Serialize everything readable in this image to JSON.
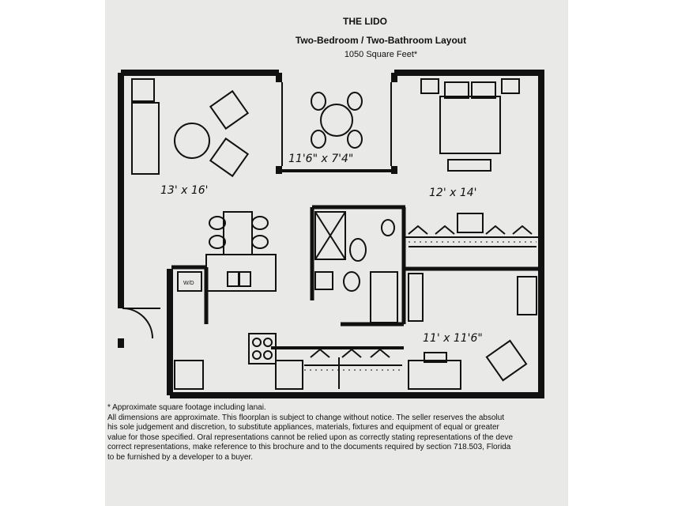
{
  "header": {
    "title": "THE LIDO",
    "subtitle": "Two-Bedroom / Two-Bathroom Layout",
    "square_feet": "1050 Square Feet*"
  },
  "rooms": {
    "living": "13' x 16'",
    "dining": "11'6\" x 7'4\"",
    "master_bedroom": "12' x 14'",
    "second_bedroom": "11' x 11'6\""
  },
  "fixture_labels": {
    "washer_dryer": "W/D"
  },
  "notes": [
    "* Approximate square footage including lanai.",
    "All dimensions are approximate.  This floorplan is subject to change without notice.  The seller reserves the absolut",
    "his sole judgement and discretion, to substitute appliances, materials, fixtures and equipment of equal or greater",
    "value for those specified.  Oral representations cannot be relied upon as correctly stating representations of the deve",
    "correct representations, make reference to this brochure and to the documents required by section 718.503, Florida",
    "to be furnished by a developer to a buyer."
  ],
  "colors": {
    "paper": "#e9e9e7",
    "ink": "#111111"
  }
}
